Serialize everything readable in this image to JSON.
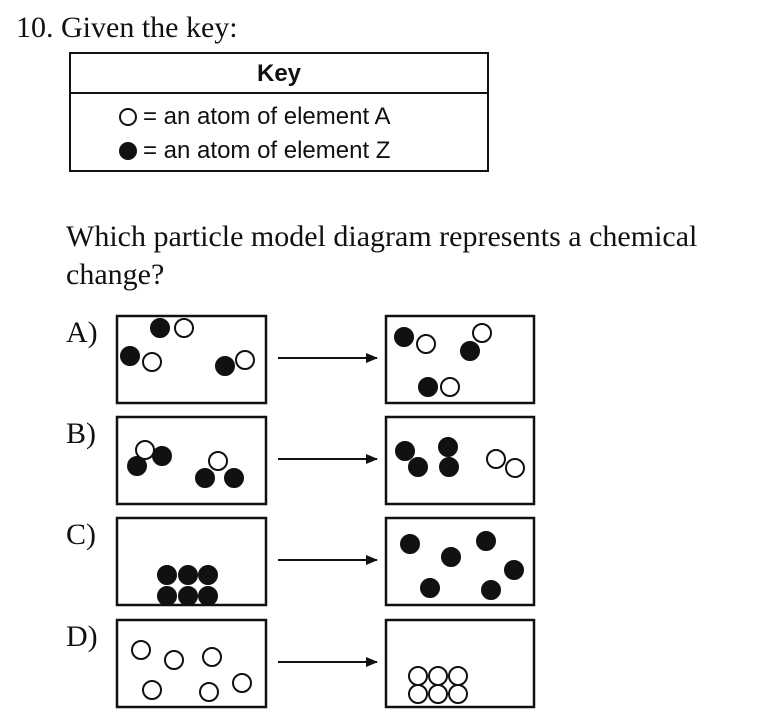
{
  "question": {
    "header": "10. Given the key:",
    "key": {
      "title": "Key",
      "items": [
        {
          "symbol": "open-circle",
          "text": "= an atom of element A"
        },
        {
          "symbol": "filled-circle",
          "text": "= an atom of element Z"
        }
      ]
    },
    "prompt": "Which particle model diagram represents a chemical change?",
    "choices": [
      {
        "label": "A)"
      },
      {
        "label": "B)"
      },
      {
        "label": "C)"
      },
      {
        "label": "D)"
      }
    ]
  }
}
